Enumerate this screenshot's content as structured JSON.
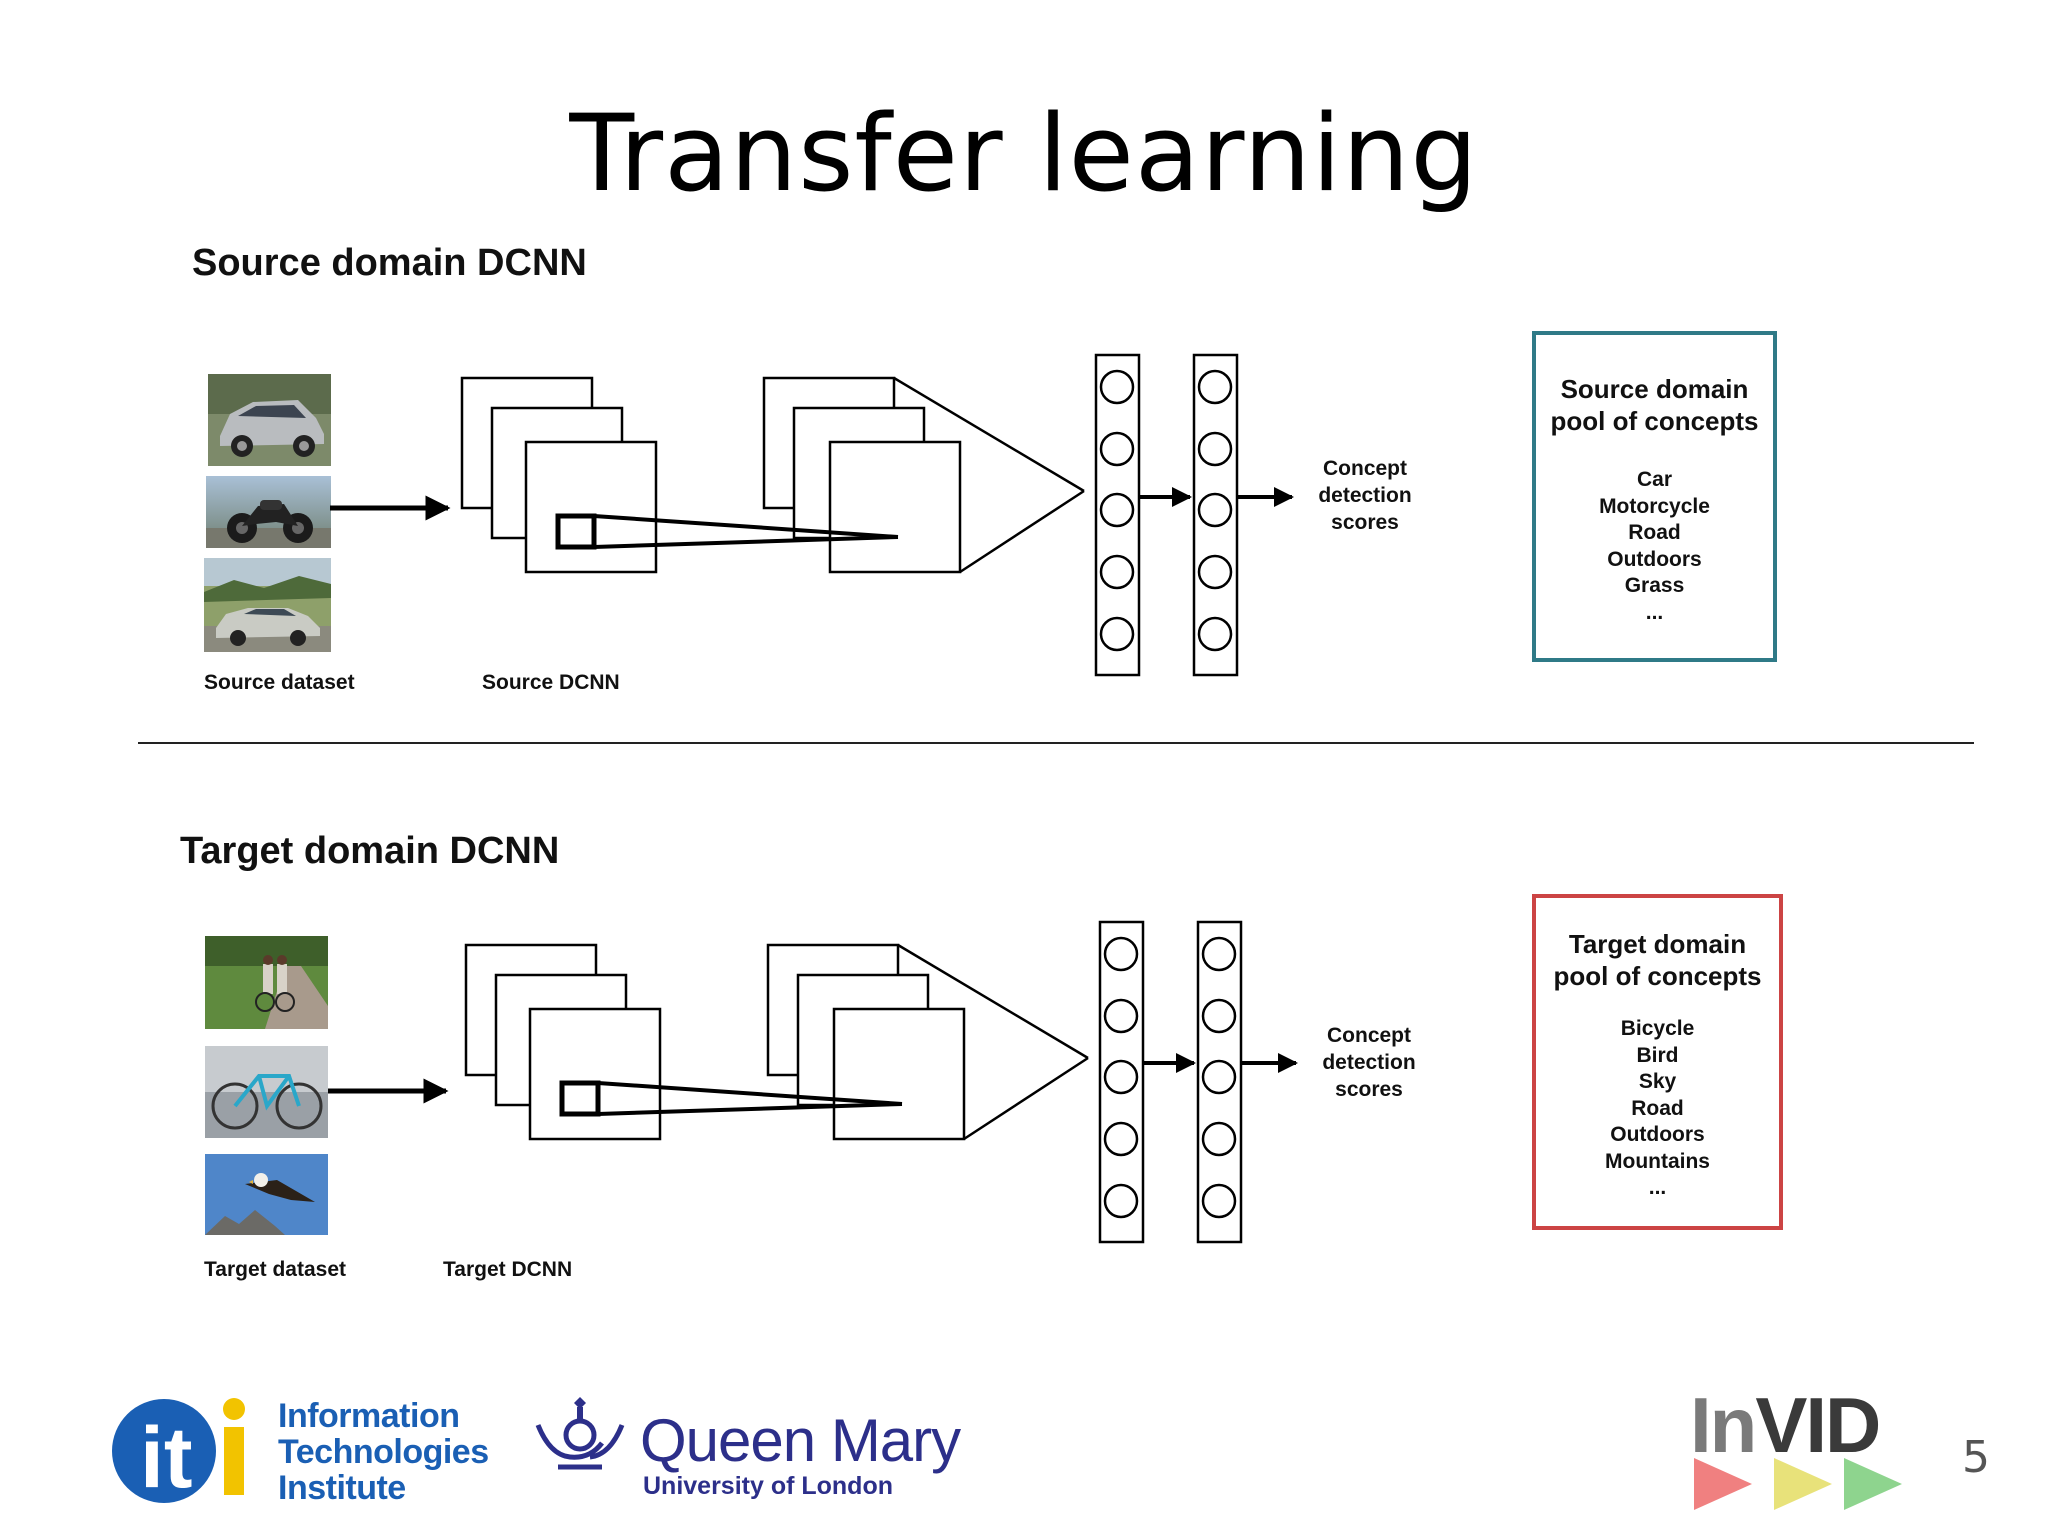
{
  "slide": {
    "title": "Transfer learning",
    "page_number": "5"
  },
  "source": {
    "heading": "Source domain DCNN",
    "dataset_label": "Source dataset",
    "dcnn_label": "Source DCNN",
    "scores_label_lines": [
      "Concept",
      "detection",
      "scores"
    ],
    "pool_title_lines": [
      "Source domain",
      "pool of concepts"
    ],
    "pool_items": [
      "Car",
      "Motorcycle",
      "Road",
      "Outdoors",
      "Grass",
      "..."
    ],
    "pool_border_color": "#2f7a87",
    "thumbnails": [
      "car-photo",
      "motorcycle-photo",
      "vintage-car-photo"
    ]
  },
  "target": {
    "heading": "Target domain DCNN",
    "dataset_label": "Target dataset",
    "dcnn_label": "Target DCNN",
    "scores_label_lines": [
      "Concept",
      "detection",
      "scores"
    ],
    "pool_title_lines": [
      "Target domain",
      "pool of concepts"
    ],
    "pool_items": [
      "Bicycle",
      "Bird",
      "Sky",
      "Road",
      "Outdoors",
      "Mountains",
      "..."
    ],
    "pool_border_color": "#cc4444",
    "thumbnails": [
      "cyclists-photo",
      "bicycle-photo",
      "eagle-photo"
    ]
  },
  "logos": {
    "iti": {
      "mark": "iti",
      "lines": [
        "Information",
        "Technologies",
        "Institute"
      ],
      "blue": "#1a5fb4",
      "yellow": "#f2c300"
    },
    "qmul": {
      "name": "Queen Mary",
      "subtitle": "University of London",
      "color": "#2c2f8a"
    },
    "invid": {
      "in": "In",
      "vid": "VID",
      "triangle_colors": [
        "#f08080",
        "#e8e27a",
        "#8ed48e"
      ]
    }
  }
}
